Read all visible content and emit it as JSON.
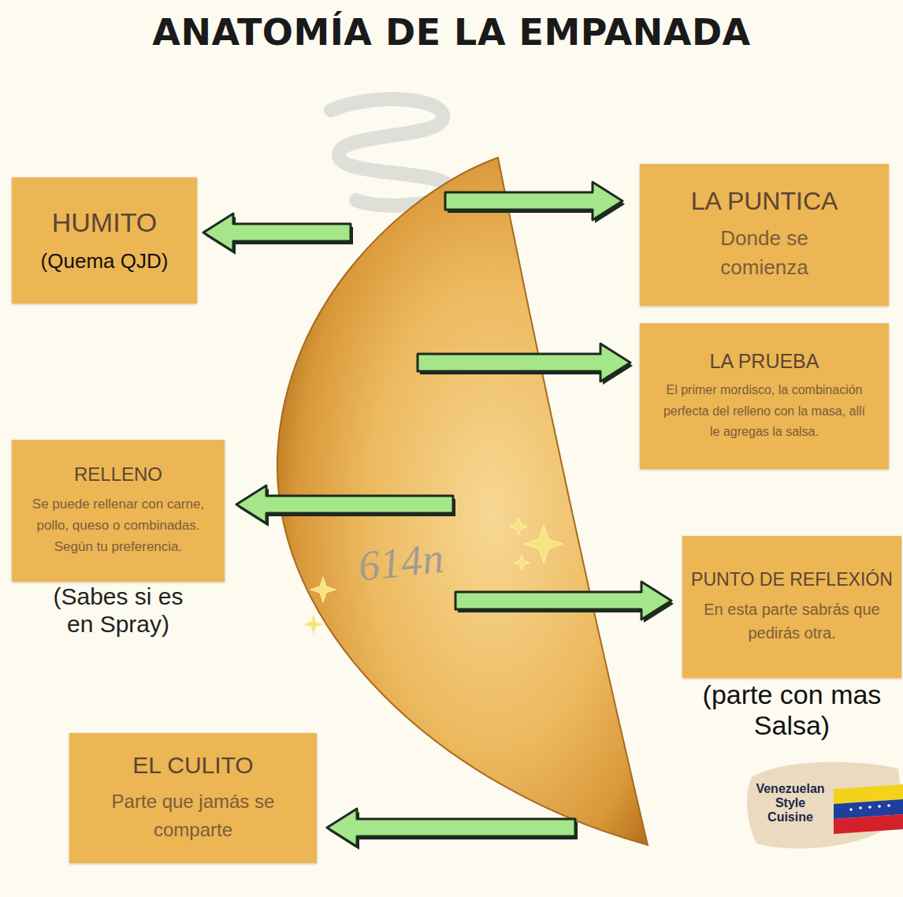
{
  "diagram": {
    "title": "ANATOMÍA DE LA EMPANADA",
    "nodes": [
      {
        "text": [
          "HUMITO",
          "(Quema QJD)"
        ]
      },
      {
        "text": [
          "LA PUNTICA",
          "Donde se comienza"
        ]
      },
      {
        "text": [
          "LA PRUEBA",
          "El primer mordisco, la combinación perfecta del relleno con la masa, allí le agregas la salsa."
        ]
      },
      {
        "text": [
          "RELLENO",
          "Se puede rellenar con carne, pollo, queso o combinadas. Según tu preferencia.",
          "(Sabes si es en Spray)"
        ]
      },
      {
        "text": [
          "PUNTO DE REFLEXIÓN",
          "En esta parte sabrás que pedirás otra.",
          "(parte con mas Salsa)"
        ]
      },
      {
        "text": [
          "EL CULITO",
          "Parte que jamás se comparte"
        ]
      }
    ],
    "labels": [
      "614n",
      "Venezuelan Style Cuisine"
    ]
  }
}
